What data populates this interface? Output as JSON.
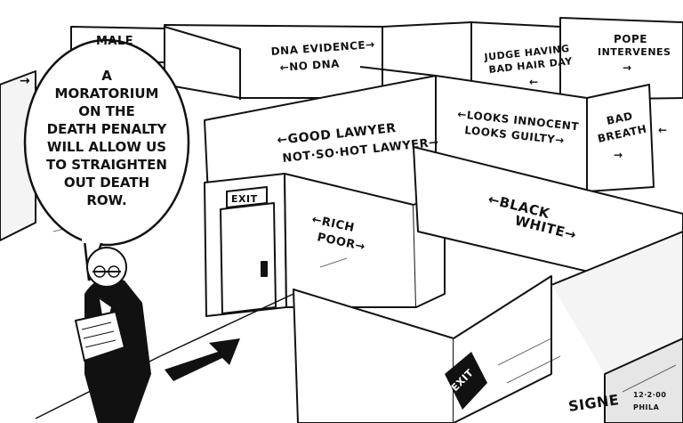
{
  "speech_bubble": {
    "lines": [
      "A",
      "MORATORIUM",
      "ON THE",
      "DEATH PENALTY",
      "WILL ALLOW US",
      "TO STRAIGHTEN",
      "OUT DEATH",
      "ROW."
    ]
  },
  "signs": {
    "male": "MALE",
    "dna_1": "DNA EVIDENCE→",
    "dna_2": "←NO DNA",
    "judge_1": "JUDGE HAVING",
    "judge_2": "BAD HAIR DAY",
    "judge_arrow": "←",
    "pope_1": "POPE",
    "pope_2": "INTERVENES",
    "pope_arrow": "→",
    "lawyer_1": "←GOOD LAWYER",
    "lawyer_2": "NOT·SO·HOT LAWYER→",
    "innocent_1": "←LOOKS INNOCENT",
    "innocent_2": "LOOKS GUILTY→",
    "breath_1": "BAD",
    "breath_2": "BREATH",
    "breath_arrow": "→",
    "rich": "←RICH",
    "poor": "POOR→",
    "black": "←BLACK",
    "white": "WHITE→",
    "exit_top": "EXIT",
    "exit_floor": "EXIT",
    "left_arrow": "→",
    "right_arrow": "←"
  },
  "signature": {
    "name": "SIGNE",
    "date": "12·2·00",
    "city": "PHILA"
  }
}
